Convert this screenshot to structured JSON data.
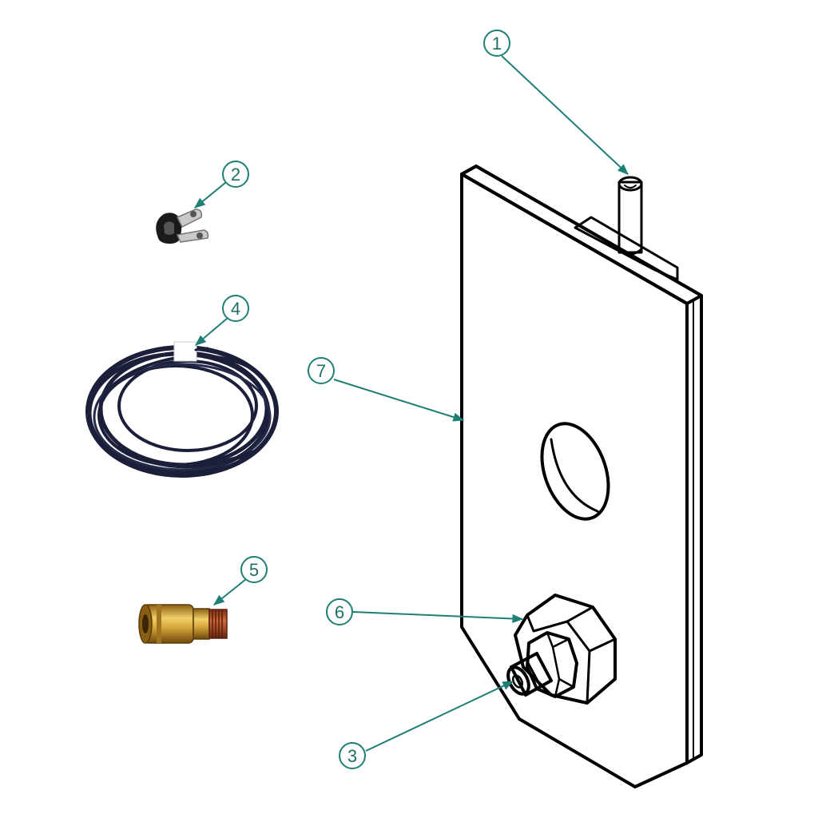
{
  "diagram": {
    "callouts": [
      {
        "id": "c1",
        "label": "1"
      },
      {
        "id": "c2",
        "label": "2"
      },
      {
        "id": "c3",
        "label": "3"
      },
      {
        "id": "c4",
        "label": "4"
      },
      {
        "id": "c5",
        "label": "5"
      },
      {
        "id": "c6",
        "label": "6"
      },
      {
        "id": "c7",
        "label": "7"
      }
    ]
  },
  "colors": {
    "callout": "#1f7f77",
    "tubing": "#1c1f3a",
    "brass": "#c89a2a",
    "thread": "#b5532a"
  },
  "parts": [
    "mounting-plate",
    "pin",
    "p-clamp",
    "air-tubing-coil",
    "brass-push-fitting",
    "hex-bulkhead-fitting",
    "quick-connect-nipple"
  ]
}
